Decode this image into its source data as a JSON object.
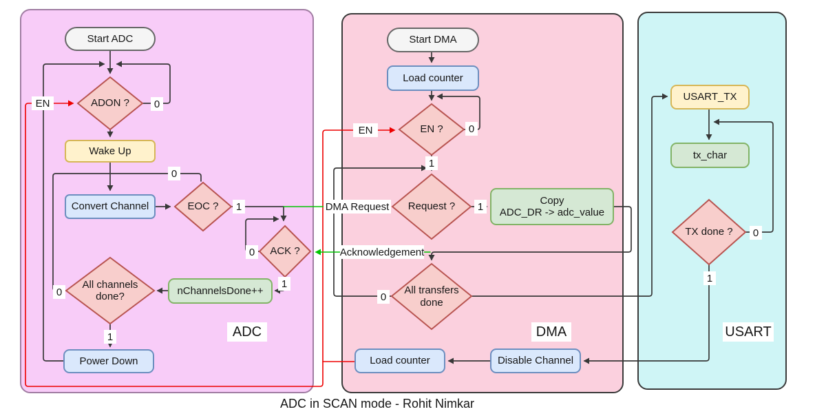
{
  "caption": "ADC in SCAN mode - Rohit Nimkar",
  "regions": {
    "adc": "ADC",
    "dma": "DMA",
    "usart": "USART"
  },
  "nodes": {
    "start_adc": "Start ADC",
    "adon": "ADON ?",
    "wake_up": "Wake Up",
    "convert_channel": "Convert Channel",
    "eoc": "EOC ?",
    "ack": "ACK ?",
    "nchannelsdone": "nChannelsDone++",
    "all_channels_done": "All channels done?",
    "power_down": "Power Down",
    "start_dma": "Start DMA",
    "load_counter_top": "Load counter",
    "en": "EN ?",
    "request": "Request ?",
    "copy_line1": "Copy",
    "copy_line2": "ADC_DR -> adc_value",
    "all_transfers_done": "All transfers done",
    "load_counter_bottom": "Load counter",
    "disable_channel": "Disable Channel",
    "usart_tx": "USART_TX",
    "tx_char": "tx_char",
    "tx_done": "TX done ?"
  },
  "edge_labels": {
    "en_adc": "EN",
    "adon_0": "0",
    "eoc_0": "0",
    "eoc_1": "1",
    "ack_0": "0",
    "ack_1": "1",
    "all_channels_0": "0",
    "all_channels_1": "1",
    "en_dma": "EN",
    "en_0": "0",
    "en_1": "1",
    "dma_request": "DMA Request",
    "request_1": "1",
    "acknowledgement": "Acknowledgement",
    "all_transfers_0": "0",
    "tx_done_0": "0",
    "tx_done_1": "1"
  },
  "colors": {
    "adc_region_fill": "#F8CCF8",
    "adc_region_stroke": "#A07CA2",
    "dma_region_fill": "#FBD0DE",
    "usart_region_fill": "#CFF5F6",
    "region_stroke_dark": "#3A3A3A",
    "diamond_fill": "#F8CECC",
    "diamond_stroke": "#B85450",
    "blue_fill": "#DAE8FC",
    "blue_stroke": "#6C8EBF",
    "green_fill": "#D5E8D4",
    "green_stroke": "#82B366",
    "yellow_fill": "#FFF2CC",
    "yellow_stroke": "#D6B656",
    "stadium_fill": "#F5F5F5",
    "stadium_stroke": "#666666",
    "edge_black": "#383838",
    "edge_red": "#EE0000",
    "edge_green": "#00C400"
  }
}
